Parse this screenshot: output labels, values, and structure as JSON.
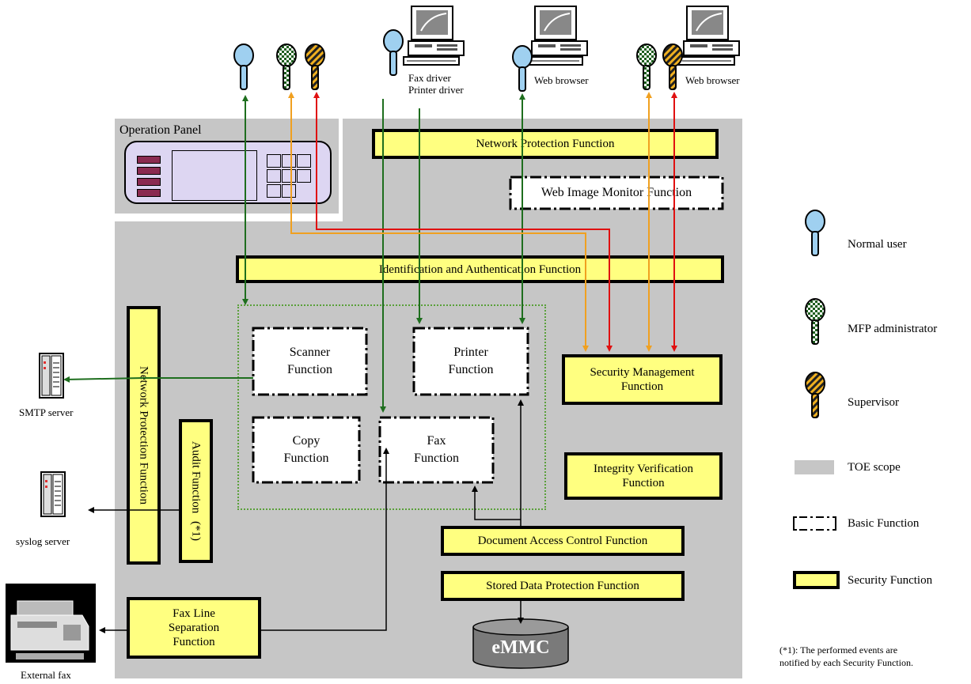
{
  "operation_panel_label": "Operation Panel",
  "functions": {
    "network_protection_top": "Network Protection Function",
    "web_image_monitor": "Web Image Monitor Function",
    "identification_authentication": "Identification and Authentication Function",
    "network_protection_side": "Network Protection Function",
    "audit_line1": "Audit Function",
    "audit_line2": "(*1)",
    "scanner_line1": "Scanner",
    "scanner_line2": "Function",
    "printer_line1": "Printer",
    "printer_line2": "Function",
    "copy_line1": "Copy",
    "copy_line2": "Function",
    "fax_line1": "Fax",
    "fax_line2": "Function",
    "security_management_line1": "Security Management",
    "security_management_line2": "Function",
    "integrity_verification_line1": "Integrity Verification",
    "integrity_verification_line2": "Function",
    "document_access_control": "Document Access Control Function",
    "stored_data_protection": "Stored Data Protection Function",
    "fax_line_separation_line1": "Fax Line",
    "fax_line_separation_line2": "Separation",
    "fax_line_separation_line3": "Function",
    "emmc": "eMMC"
  },
  "external": {
    "fax_driver": "Fax driver",
    "printer_driver": "Printer driver",
    "web_browser_1": "Web browser",
    "web_browser_2": "Web browser",
    "smtp_server": "SMTP server",
    "syslog_server": "syslog server",
    "external_fax": "External fax"
  },
  "legend": {
    "normal_user": "Normal user",
    "mfp_administrator": "MFP administrator",
    "supervisor": "Supervisor",
    "toe_scope": "TOE scope",
    "basic_function": "Basic Function",
    "security_function": "Security Function"
  },
  "footnote_line1": "(*1): The performed events are",
  "footnote_line2": "notified by each Security Function.",
  "colors": {
    "toe_scope": "#c6c6c6",
    "security_function_fill": "#ffff80",
    "normal_user_key": "#9fd0f0",
    "mfp_admin_key": "#3a9a3a",
    "supervisor_key": "#f0b020",
    "arrow_green": "#1e6e1e",
    "arrow_orange": "#f0a020",
    "arrow_red": "#e01010",
    "arrow_black": "#000000"
  }
}
